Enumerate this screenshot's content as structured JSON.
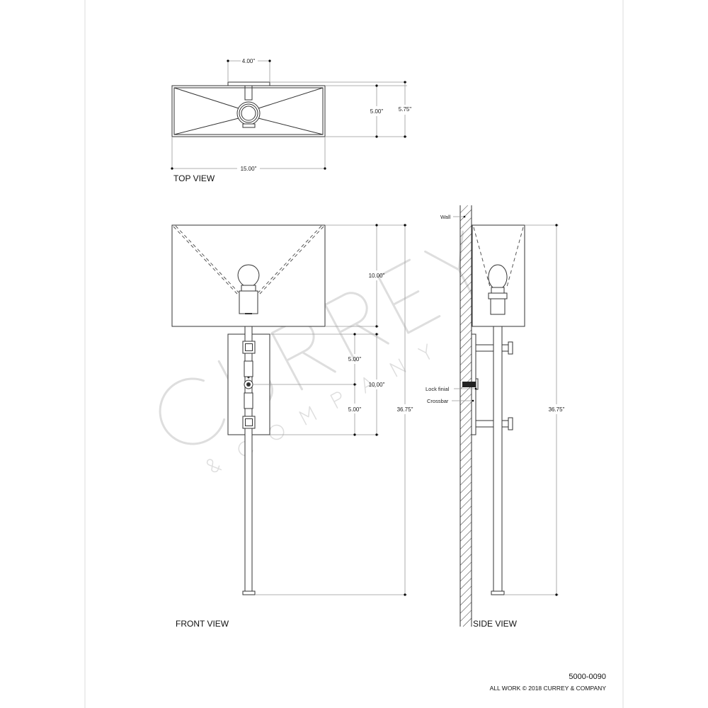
{
  "watermark": {
    "main": "CURREY",
    "sub": "& COMPANY"
  },
  "top_view": {
    "label": "TOP VIEW",
    "dims": {
      "mount_width": "4.00\"",
      "depth": "5.00\"",
      "overall_depth": "5.75\"",
      "width": "15.00\""
    }
  },
  "front_view": {
    "label": "FRONT VIEW",
    "dims": {
      "shade_height": "10.00\"",
      "upper_half": "5.00\"",
      "backplate_height": "10.00\"",
      "lower_half": "5.00\"",
      "overall_height": "36.75\""
    }
  },
  "side_view": {
    "label": "SIDE VIEW",
    "callouts": {
      "wall": "Wall",
      "lock_finial": "Lock finial",
      "crossbar": "Crossbar"
    },
    "dims": {
      "overall_height": "36.75\""
    }
  },
  "footer": {
    "item_number": "5000-0090",
    "copyright": "ALL WORK © 2018 CURREY & COMPANY"
  }
}
